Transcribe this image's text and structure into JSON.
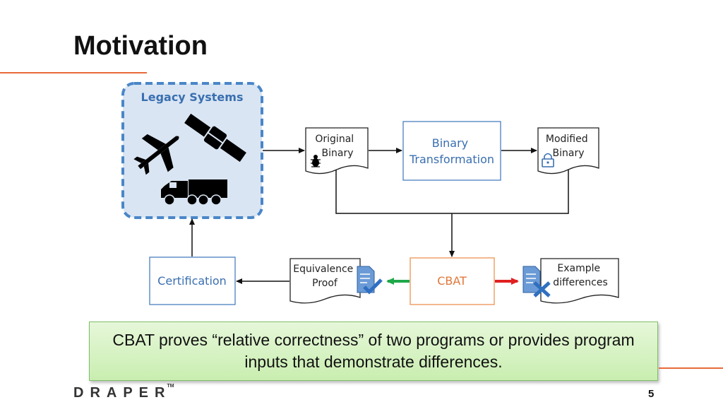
{
  "slide": {
    "title": "Motivation",
    "page_number": "5",
    "logo_text": "DRAPER",
    "logo_tm": "TM"
  },
  "diagram": {
    "legacy_systems": "Legacy Systems",
    "original_binary": [
      "Original",
      "Binary"
    ],
    "binary_transformation": [
      "Binary",
      "Transformation"
    ],
    "modified_binary": [
      "Modified",
      "Binary"
    ],
    "cbat": "CBAT",
    "equivalence_proof": [
      "Equivalence",
      "Proof"
    ],
    "example_differences": [
      "Example",
      "differences"
    ],
    "certification": "Certification"
  },
  "callout": {
    "text": "CBAT proves “relative correctness” of two programs or provides program inputs that demonstrate differences."
  },
  "colors": {
    "blue_text": "#3a6fb0",
    "orange_box": "#f0a06a",
    "green_arrow": "#1fa84a",
    "red_arrow": "#e02020"
  }
}
